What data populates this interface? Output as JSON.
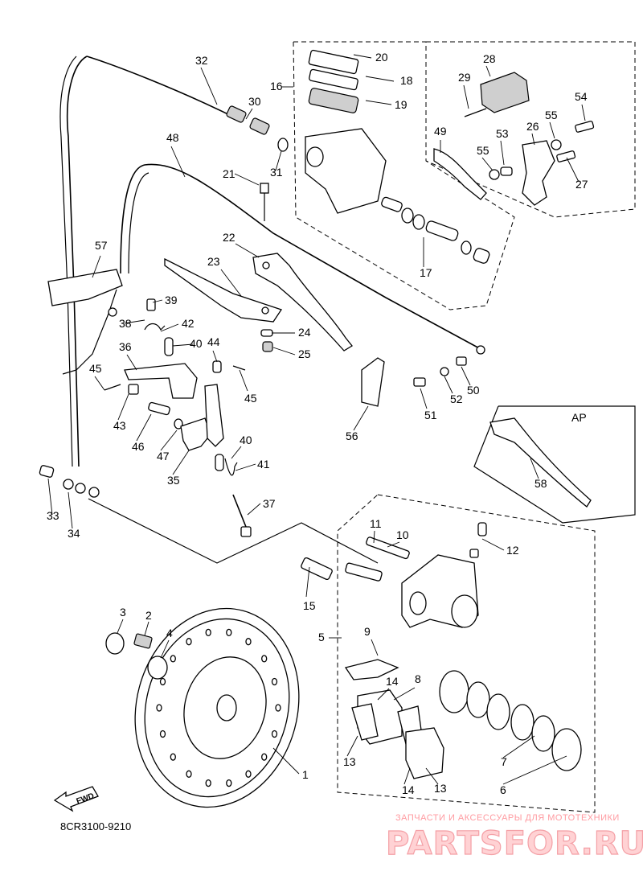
{
  "diagram": {
    "code": "8CR3100-9210",
    "fwd_label": "FWD",
    "variant_label": "AP",
    "callouts": {
      "c1": "1",
      "c2": "2",
      "c3": "3",
      "c4": "4",
      "c5": "5",
      "c6": "6",
      "c7": "7",
      "c8": "8",
      "c9": "9",
      "c10": "10",
      "c11": "11",
      "c12": "12",
      "c13a": "13",
      "c13b": "13",
      "c14a": "14",
      "c14b": "14",
      "c15": "15",
      "c16": "16",
      "c17": "17",
      "c18": "18",
      "c19": "19",
      "c20": "20",
      "c21": "21",
      "c22": "22",
      "c23": "23",
      "c24": "24",
      "c25": "25",
      "c26": "26",
      "c27": "27",
      "c28": "28",
      "c29": "29",
      "c30": "30",
      "c31": "31",
      "c32": "32",
      "c33": "33",
      "c34": "34",
      "c35": "35",
      "c36": "36",
      "c37": "37",
      "c38": "38",
      "c39": "39",
      "c40a": "40",
      "c40b": "40",
      "c41": "41",
      "c42": "42",
      "c43": "43",
      "c44": "44",
      "c45a": "45",
      "c45b": "45",
      "c46": "46",
      "c47": "47",
      "c48": "48",
      "c49": "49",
      "c50": "50",
      "c51": "51",
      "c52": "52",
      "c53": "53",
      "c54": "54",
      "c55a": "55",
      "c55b": "55",
      "c56": "56",
      "c57": "57",
      "c58": "58"
    }
  },
  "watermark": {
    "tagline": "ЗАПЧАСТИ И АКСЕССУАРЫ ДЛЯ МОТОТЕХНИКИ",
    "logo": "PARTSFOR.RU"
  }
}
